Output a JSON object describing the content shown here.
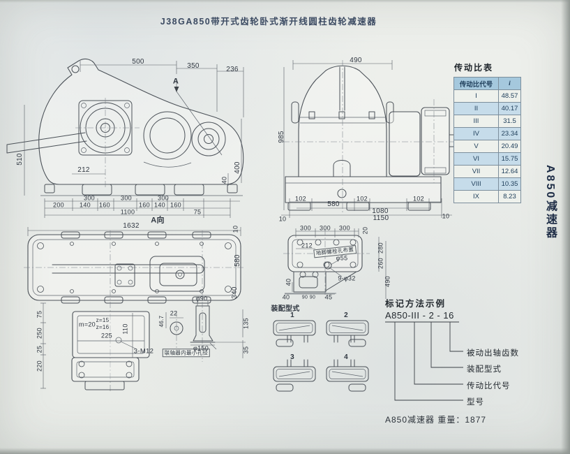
{
  "page": {
    "title": "J38GA850带开式齿轮卧式渐开线圆柱齿轮减速器",
    "side_tab": "A850减速器",
    "weight_note": "A850减速器 重量：1877"
  },
  "ratio_table": {
    "heading": "传动比表",
    "columns": [
      "传动比代号",
      "i"
    ],
    "rows": [
      [
        "I",
        "48.57"
      ],
      [
        "II",
        "40.17"
      ],
      [
        "III",
        "31.5"
      ],
      [
        "IV",
        "23.34"
      ],
      [
        "V",
        "20.49"
      ],
      [
        "VI",
        "15.75"
      ],
      [
        "VII",
        "12.64"
      ],
      [
        "VIII",
        "10.35"
      ],
      [
        "IX",
        "8.23"
      ]
    ]
  },
  "marking": {
    "heading": "标记方法示例",
    "code": "A850-III - 2 - 16",
    "labels": [
      "被动出轴齿数",
      "装配型式",
      "传动比代号",
      "型号"
    ]
  },
  "annotations": {
    "v1_d500": "500",
    "v1_d350": "350",
    "v1_d236": "236",
    "v1_A": "A",
    "v1_d510": "510",
    "v1_d212": "212",
    "v1_d400": "400",
    "v1_d40": "40",
    "v1_d300a": "300",
    "v1_d300b": "300",
    "v1_d300c": "300",
    "v1_d200": "200",
    "v1_d140a": "140",
    "v1_d160a": "160",
    "v1_d160b": "160",
    "v1_d140b": "140",
    "v1_d160c": "160",
    "v1_d1100": "1100",
    "v1_d75": "75",
    "v1_aview": "A向",
    "v2_d490": "490",
    "v2_d985": "985",
    "v2_d102a": "102",
    "v2_d580": "580",
    "v2_d102b": "102",
    "v2_d102c": "102",
    "v2_d1080": "1080",
    "v2_d1150": "1150",
    "v2_d10a": "10",
    "v2_d10b": "10",
    "v3_d1632": "1632",
    "v3_d10": "10",
    "v3_d580": "580",
    "v3_d340": "340",
    "v3_d135": "135",
    "v3_d35": "35",
    "v3_d75": "75",
    "v3_d250": "250",
    "v3_d25": "25",
    "v3_d220": "220",
    "v3_m20": "m=20",
    "v3_z15": "z=15",
    "v3_z16": "z=16",
    "v3_d225": "225",
    "v3_d110": "110",
    "v3_d46_7": "46.7",
    "v3_d22": "22",
    "v3_phi90": "φ90",
    "v3_3m12": "3-M12",
    "v3_note": "联轴器内最小孔径",
    "v3_phi150": "φ150",
    "v4_d300a": "300",
    "v4_d300b": "300",
    "v4_d300c": "300",
    "v4_d20": "20",
    "v4_d212": "212",
    "v4_note": "地脚螺栓孔布置",
    "v4_phi55": "φ55",
    "v4_9phi32": "9-φ32",
    "v4_d280": "280",
    "v4_d260": "260",
    "v4_d490": "490",
    "v4_d40a": "40",
    "v4_d40b": "40",
    "v4_d90a": "90",
    "v4_d90b": "90",
    "v4_d45": "45",
    "asm_label": "装配型式",
    "asm_1": "1",
    "asm_2": "2",
    "asm_3": "3",
    "asm_4": "4"
  }
}
